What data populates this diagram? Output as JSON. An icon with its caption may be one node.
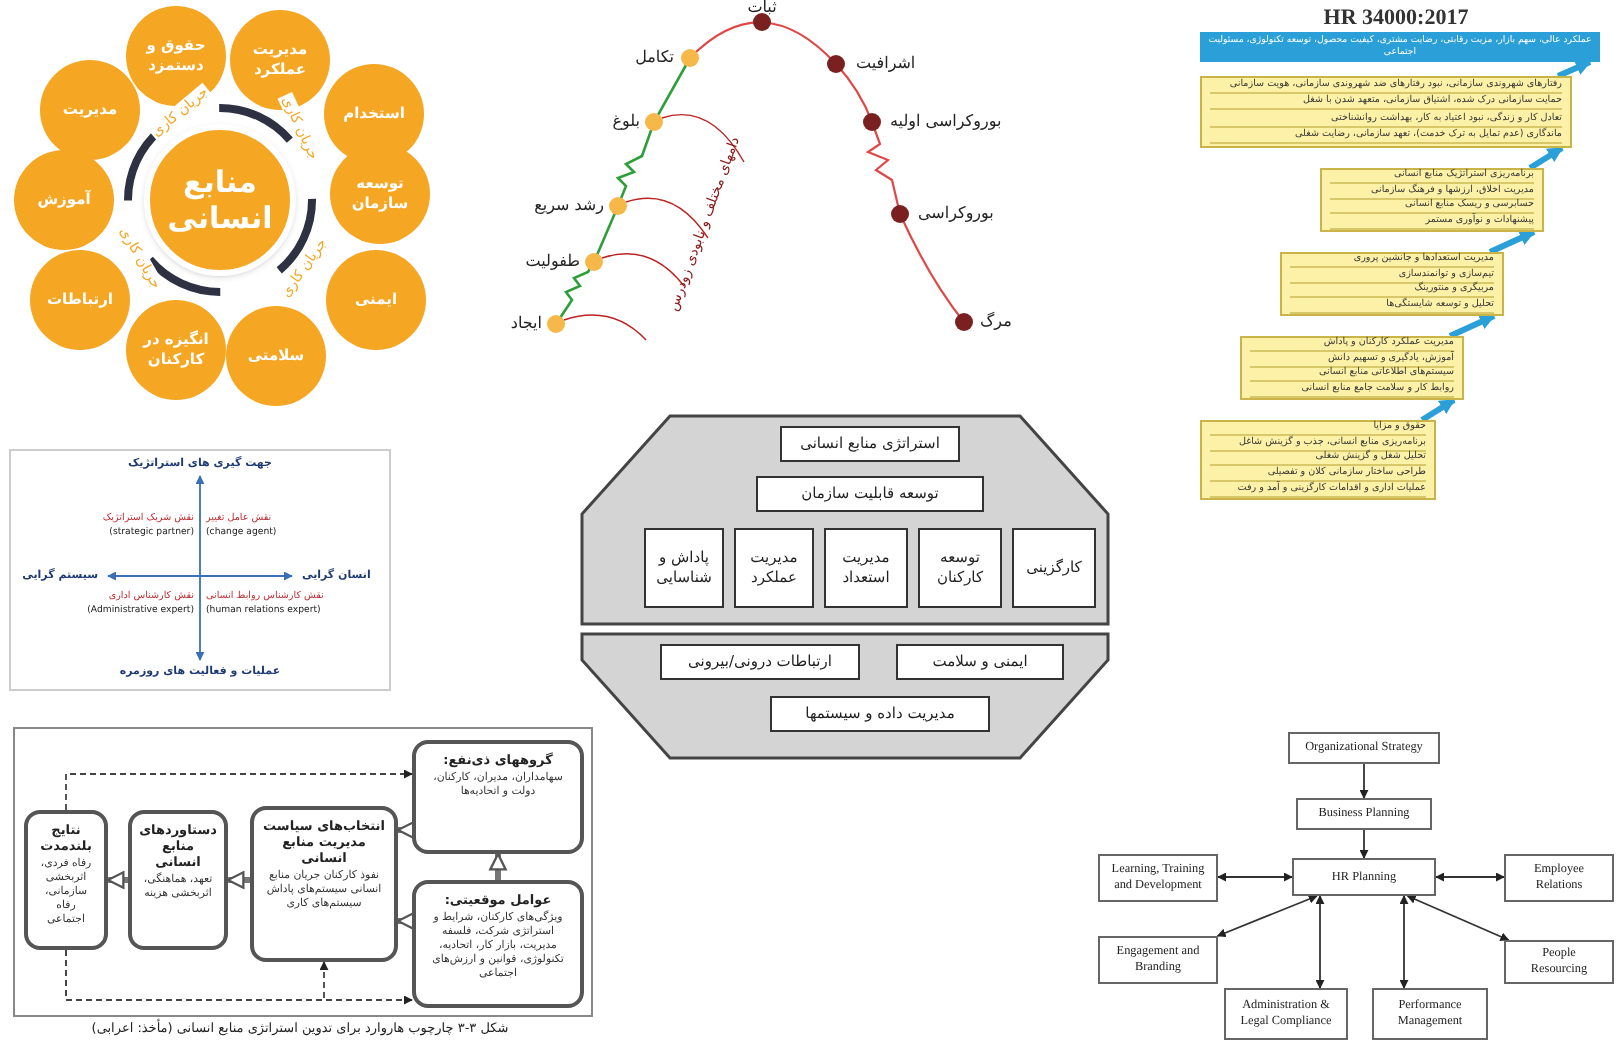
{
  "diagram": {
    "nodes": [
      {
        "text": [
          "منابع انسانی"
        ]
      },
      {
        "text": [
          "مدیریت عملکرد"
        ]
      },
      {
        "text": [
          "استخدام"
        ]
      },
      {
        "text": [
          "توسعه سازمان"
        ]
      },
      {
        "text": [
          "ایمنی"
        ]
      },
      {
        "text": [
          "سلامتی"
        ]
      },
      {
        "text": [
          "انگیزه در کارکنان"
        ]
      },
      {
        "text": [
          "ارتباطات"
        ]
      },
      {
        "text": [
          "آموزش"
        ]
      },
      {
        "text": [
          "مدیریت"
        ]
      },
      {
        "text": [
          "حقوق و دستمزد"
        ]
      },
      {
        "text": [
          "عملکرد عالی، سهم بازار، مزیت رقابتی، رضایت مشتری، کیفیت محصول، توسعه تکنولوژی، مسئولیت اجتماعی"
        ]
      },
      {
        "text": [
          "رفتارهای شهروندی سازمانی، نبود رفتارهای ضد شهروندی سازمانی، هویت سازمانی",
          "حمایت سازمانی درک شده، اشتیاق سازمانی، متعهد شدن با شغل",
          "تعادل کار و زندگی، نبود اعتیاد به کار، بهداشت روانشناختی",
          "ماندگاری (عدم تمایل به ترک خدمت)، تعهد سازمانی، رضایت شغلی"
        ]
      },
      {
        "text": [
          "برنامه‌ریزی استراتژیک منابع انسانی",
          "مدیریت اخلاق، ارزشها و فرهنگ سازمانی",
          "حسابرسی و ریسک منابع انسانی",
          "پیشنهادات و نوآوری مستمر"
        ]
      },
      {
        "text": [
          "مدیریت استعدادها و جانشین پروری",
          "تیم‌سازی و توانمندسازی",
          "مربیگری و منتورینگ",
          "تحلیل و توسعه شایستگی‌ها"
        ]
      },
      {
        "text": [
          "مدیریت عملکرد کارکنان و پاداش",
          "آموزش، یادگیری و تسهیم دانش",
          "سیستم‌های اطلاعاتی منابع انسانی",
          "روابط کار و سلامت جامع منابع انسانی"
        ]
      },
      {
        "text": [
          "حقوق و مزایا",
          "برنامه‌ریزی منابع انسانی، جذب و گزینش شاغل",
          "تحلیل شغل و گزینش شغلی",
          "طراحی ساختار سازمانی کلان و تفصیلی",
          "عملیات اداری و اقدامات کارگزینی و آمد و رفت"
        ]
      },
      {
        "text": [],
        "shape": "hexagon"
      },
      {
        "text": [
          "استراتژی منابع انسانی"
        ],
        "in": 17
      },
      {
        "text": [
          "توسعه قابلیت سازمان"
        ],
        "in": 17
      },
      {
        "text": [
          "پاداش و شناسایی"
        ],
        "in": 17
      },
      {
        "text": [
          "مدیریت عملکرد"
        ],
        "in": 17
      },
      {
        "text": [
          "مدیریت استعداد"
        ],
        "in": 17
      },
      {
        "text": [
          "توسعه کارکنان"
        ],
        "in": 17
      },
      {
        "text": [
          "کارگزینی"
        ],
        "in": 17
      },
      {
        "text": [],
        "shape": "hexagon"
      },
      {
        "text": [
          "ارتباطات درونی/بیرونی"
        ],
        "in": 25
      },
      {
        "text": [
          "ایمنی و سلامت"
        ],
        "in": 25
      },
      {
        "text": [
          "مدیریت داده و سیستمها"
        ],
        "in": 25
      },
      {
        "text": [
          "گروههای ذی‌نفع:",
          "سهامداران، مدیران، کارکنان، دولت و اتحادیه‌ها"
        ]
      },
      {
        "text": [
          "انتخاب‌های سیاست مدیریت منابع انسانی",
          "نفوذ کارکنان جریان منابع انسانی سیستم‌های پاداش سیستم‌های کاری"
        ]
      },
      {
        "text": [
          "دستاوردهای منابع انسانی",
          "تعهد، هماهنگی، اثربخشی هزینه"
        ]
      },
      {
        "text": [
          "نتایج بلندمدت",
          "رفاه فردی، اثربخشی سازمانی، رفاه اجتماعی"
        ]
      },
      {
        "text": [
          "عوامل موقعیتی:",
          "ویژگی‌های کارکنان، شرایط و استراتژی شرکت، فلسفه مدیریت، بازار کار، اتحادیه، تکنولوژی، قوانین و ارزش‌های اجتماعی"
        ]
      },
      {
        "text": [
          "Organizational Strategy"
        ]
      },
      {
        "text": [
          "Business Planning"
        ]
      },
      {
        "text": [
          "HR Planning"
        ]
      },
      {
        "text": [
          "Learning, Training and Development"
        ]
      },
      {
        "text": [
          "Employee Relations"
        ]
      },
      {
        "text": [
          "Engagement and Branding"
        ]
      },
      {
        "text": [
          "People Resourcing"
        ]
      },
      {
        "text": [
          "Administration & Legal Compliance"
        ]
      },
      {
        "text": [
          "Performance Management"
        ]
      }
    ],
    "edges": [
      {
        "from": 29,
        "to": 30,
        "arrow": "to",
        "style": "thick"
      },
      {
        "from": 33,
        "to": 29,
        "arrow": "to",
        "style": "thick"
      },
      {
        "from": 33,
        "to": 30,
        "arrow": "to",
        "style": "thick"
      },
      {
        "from": 30,
        "to": 31,
        "arrow": "to",
        "style": "thick"
      },
      {
        "from": 31,
        "to": 32,
        "arrow": "to",
        "style": "thick"
      },
      {
        "from": 32,
        "to": 29,
        "arrow": "to",
        "style": "dashed"
      },
      {
        "from": 32,
        "to": 33,
        "arrow": "to",
        "style": "dashed"
      },
      {
        "from": 32,
        "to": 30,
        "arrow": "to",
        "style": "dashed"
      },
      {
        "from": 34,
        "to": 35,
        "arrow": "to"
      },
      {
        "from": 35,
        "to": 36,
        "arrow": "to"
      },
      {
        "from": 36,
        "to": 37,
        "arrow": "both"
      },
      {
        "from": 36,
        "to": 38,
        "arrow": "both"
      },
      {
        "from": 36,
        "to": 39,
        "arrow": "both"
      },
      {
        "from": 36,
        "to": 40,
        "arrow": "both"
      },
      {
        "from": 36,
        "to": 41,
        "arrow": "both"
      },
      {
        "from": 36,
        "to": 42,
        "arrow": "both"
      },
      {
        "from": 16,
        "to": 15,
        "arrow": "to",
        "style": "thick",
        "color": "#2b9fd8"
      },
      {
        "from": 15,
        "to": 14,
        "arrow": "to",
        "style": "thick",
        "color": "#2b9fd8"
      },
      {
        "from": 14,
        "to": 13,
        "arrow": "to",
        "style": "thick",
        "color": "#2b9fd8"
      },
      {
        "from": 13,
        "to": 12,
        "arrow": "to",
        "style": "thick",
        "color": "#2b9fd8"
      },
      {
        "from": 12,
        "to": 11,
        "arrow": "to",
        "style": "thick",
        "color": "#2b9fd8"
      }
    ],
    "labels": [
      "جریان کاری",
      "جریان کاری",
      "جریان کاری",
      "جریان کاری",
      "ثبات",
      "تکامل",
      "بلوغ",
      "رشد سریع",
      "طفولیت",
      "ایجاد",
      "اشرافیت",
      "بوروکراسی اولیه",
      "بوروکراسی",
      "مرگ",
      "دامهای مختلف و نابودی زودرس",
      "HR 34000:2017",
      "جهت گیری های استراتژیک",
      "سیستم گرایی",
      "انسان گرایی",
      "عملیات و فعالیت های روزمره",
      "(strategic partner)",
      "نقش شریک استراتژیک",
      "(change agent)",
      "نقش عامل تغییر",
      "(Administrative expert)",
      "نقش کارشناس اداری",
      "(human relations expert)",
      "نقش کارشناس روابط انسانی",
      "شکل ۳-۳ چارچوب هاروارد برای تدوین استراتژی منابع انسانی (مأخذ: اعرابی)"
    ]
  }
}
